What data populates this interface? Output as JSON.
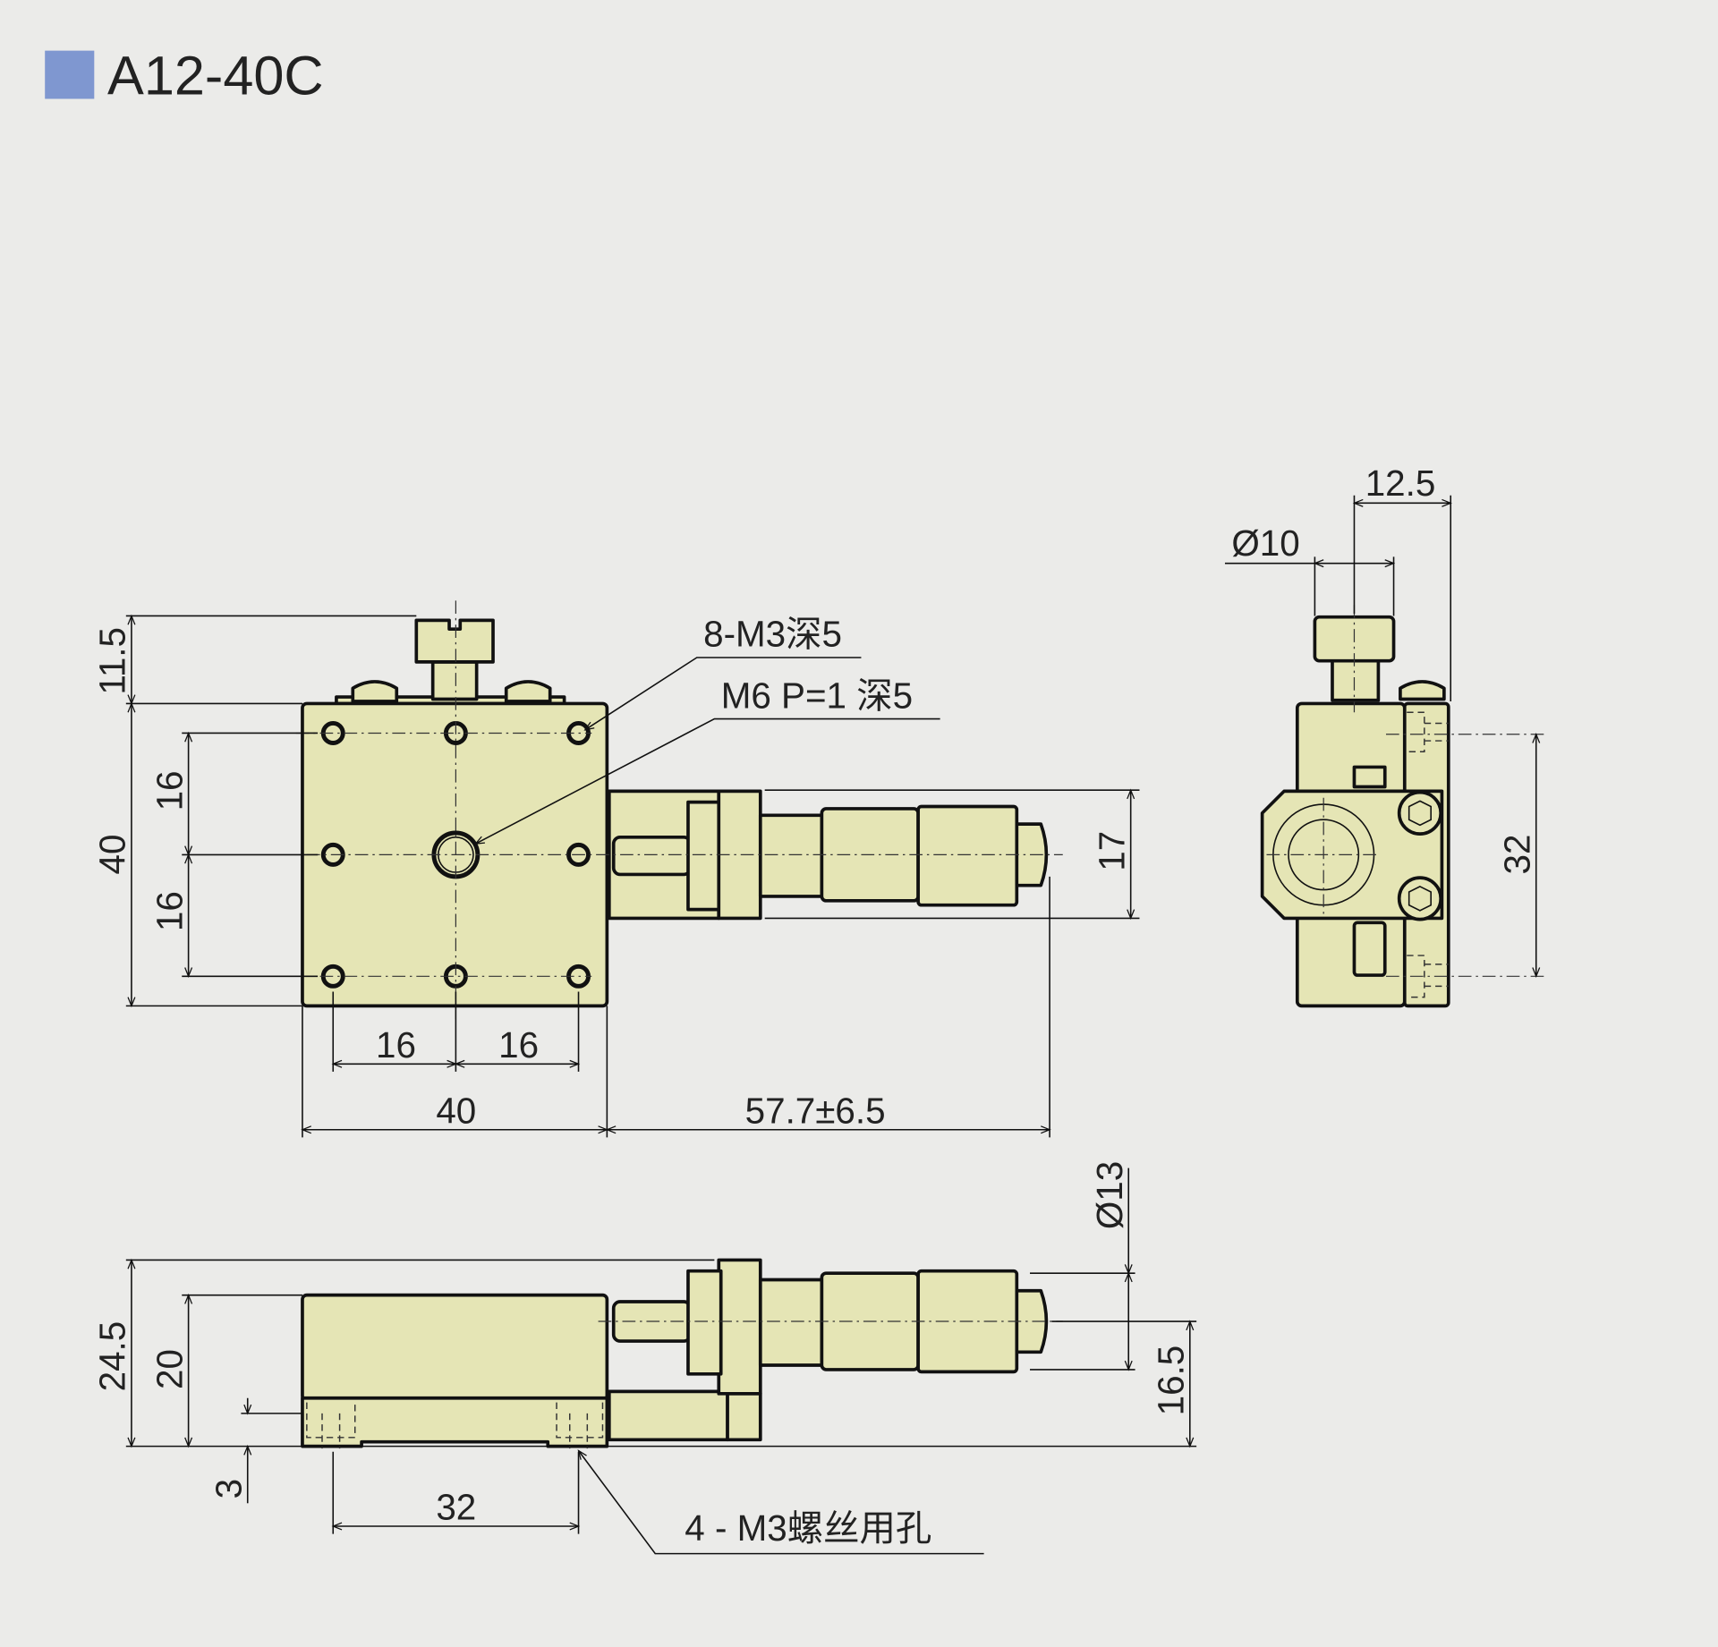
{
  "title": "A12-40C",
  "colors": {
    "title_marker": "#7f97d0",
    "part_fill": "#e5e5b5",
    "background": "#ebebe9"
  },
  "top_view": {
    "dims": {
      "screw_height": "11.5",
      "height": "40",
      "pitch_v1": "16",
      "pitch_v2": "16",
      "pitch_h1": "16",
      "pitch_h2": "16",
      "width": "40",
      "micrometer_length": "57.7±6.5",
      "micrometer_height": "17"
    },
    "callouts": {
      "tapped_holes": "8-M3深5",
      "center_hole": "M6 P=1 深5"
    }
  },
  "side_view": {
    "dims": {
      "offset": "12.5",
      "diameter": "Ø10",
      "hole_pitch": "32"
    }
  },
  "front_view": {
    "dims": {
      "total_height": "24.5",
      "body_height": "20",
      "base_step": "3",
      "hole_pitch": "32",
      "thimble_diameter": "Ø13",
      "axis_height": "16.5"
    },
    "callouts": {
      "mount_holes": "4 - M3螺丝用孔"
    }
  }
}
